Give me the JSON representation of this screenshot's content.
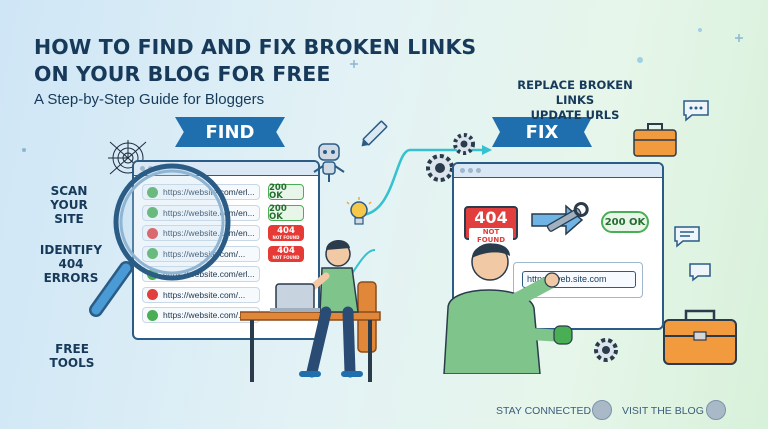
{
  "header": {
    "title_line1": "HOW TO FIND AND FIX BROKEN LINKS",
    "title_line2": "ON YOUR BLOG FOR FREE",
    "subtitle": "A Step-by-Step Guide for Bloggers"
  },
  "find": {
    "ribbon": "FIND",
    "labels": [
      "SCAN",
      "YOUR SITE",
      "IDENTIFY",
      "404 ERRORS",
      "FREE TOOLS"
    ],
    "rows": [
      {
        "url": "https://website.com/erl...",
        "status": "ok",
        "badge": "200 OK"
      },
      {
        "url": "https://website.com/en...",
        "status": "ok",
        "badge": "200 OK"
      },
      {
        "url": "https://website.com/en...",
        "status": "err",
        "badge": "404",
        "badge_sub": "NOT FOUND"
      },
      {
        "url": "https://website.com/...",
        "status": "ok",
        "badge": "404",
        "badge_sub": "NOT FOUND"
      },
      {
        "url": "https://website.com/erl...",
        "status": "ok",
        "badge": ""
      },
      {
        "url": "https://website.com/...",
        "status": "err",
        "badge": ""
      },
      {
        "url": "https://website.com/...",
        "status": "ok",
        "badge": ""
      }
    ]
  },
  "fix": {
    "ribbon": "FIX",
    "label_line1": "REPLACE BROKEN LINKS",
    "label_line2": "UPDATE URLS",
    "error_code": "404",
    "error_text": "NOT FOUND",
    "ok_badge": "200 OK",
    "url_value": "https://web.site.com"
  },
  "footer": {
    "stay_connected": "STAY CONNECTED",
    "visit_blog": "VISIT THE BLOG"
  },
  "colors": {
    "primary": "#173a5a",
    "ribbon": "#1f6fae",
    "ok": "#4aae55",
    "error": "#e33e3e",
    "accent_orange": "#f19a3e"
  }
}
